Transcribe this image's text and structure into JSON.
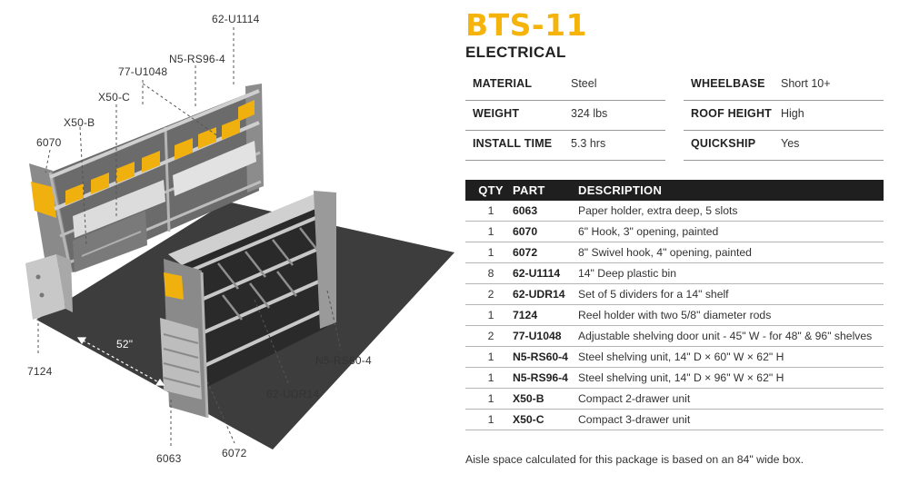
{
  "title": "BTS-11",
  "subtitle": "ELECTRICAL",
  "specs_left": [
    {
      "label": "MATERIAL",
      "value": "Steel"
    },
    {
      "label": "WEIGHT",
      "value": "324 lbs"
    },
    {
      "label": "INSTALL TIME",
      "value": "5.3 hrs"
    }
  ],
  "specs_right": [
    {
      "label": "WHEELBASE",
      "value": "Short 10+"
    },
    {
      "label": "ROOF HEIGHT",
      "value": "High"
    },
    {
      "label": "QUICKSHIP",
      "value": "Yes"
    }
  ],
  "table": {
    "headers": {
      "qty": "QTY",
      "part": "PART",
      "description": "DESCRIPTION"
    },
    "rows": [
      {
        "qty": "1",
        "part": "6063",
        "description": "Paper holder, extra deep, 5 slots"
      },
      {
        "qty": "1",
        "part": "6070",
        "description": "6\" Hook, 3\" opening, painted"
      },
      {
        "qty": "1",
        "part": "6072",
        "description": "8\" Swivel hook, 4\" opening, painted"
      },
      {
        "qty": "8",
        "part": "62-U1114",
        "description": "14\" Deep plastic bin"
      },
      {
        "qty": "2",
        "part": "62-UDR14",
        "description": "Set of 5 dividers for a 14\" shelf"
      },
      {
        "qty": "1",
        "part": "7124",
        "description": "Reel holder with two 5/8\" diameter rods"
      },
      {
        "qty": "2",
        "part": "77-U1048",
        "description": "Adjustable shelving door unit - 45\" W - for 48\" & 96\" shelves"
      },
      {
        "qty": "1",
        "part": "N5-RS60-4",
        "description": "Steel shelving unit, 14\" D × 60\" W × 62\" H"
      },
      {
        "qty": "1",
        "part": "N5-RS96-4",
        "description": "Steel shelving unit, 14\" D × 96\" W × 62\" H"
      },
      {
        "qty": "1",
        "part": "X50-B",
        "description": "Compact 2-drawer unit"
      },
      {
        "qty": "1",
        "part": "X50-C",
        "description": "Compact 3-drawer unit"
      }
    ]
  },
  "note": "Aisle space calculated for this package is based on an 84\" wide box.",
  "illustration": {
    "callouts": {
      "u1114": "62-U1114",
      "rs96": "N5-RS96-4",
      "u1048": "77-U1048",
      "x50c": "X50-C",
      "x50b": "X50-B",
      "h6070": "6070",
      "r7124": "7124",
      "aisle": "52\"",
      "rs60": "N5-RS60-4",
      "udr14": "62-UDR14",
      "p6063": "6063",
      "h6072": "6072"
    }
  },
  "colors": {
    "accent": "#f5b40b",
    "header_bg": "#1f1f1f",
    "floor": "#3b3b3b"
  }
}
